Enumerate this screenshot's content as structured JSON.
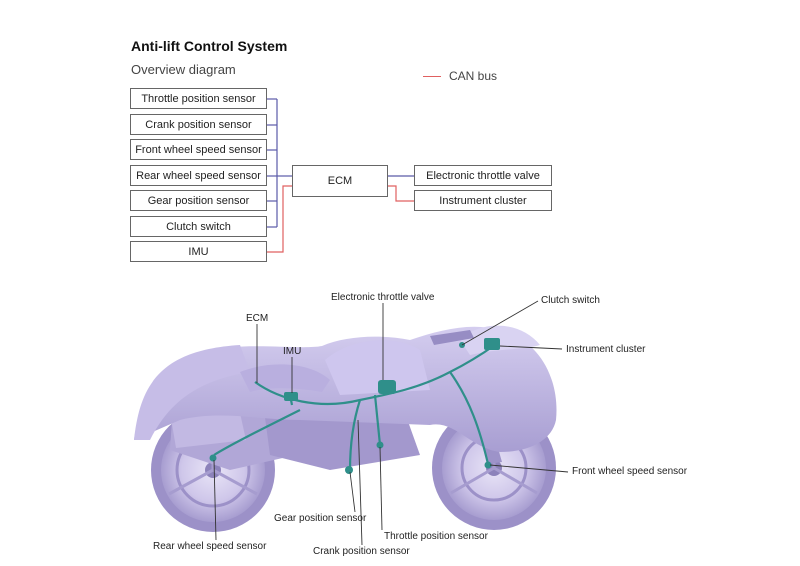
{
  "diagram": {
    "title": "Anti-lift Control System",
    "subtitle": "Overview diagram",
    "legend_label": "CAN bus",
    "legend_color": "#e06060",
    "wire_color": "#5b5aa8",
    "inputs": [
      "Throttle position sensor",
      "Crank position sensor",
      "Front wheel speed sensor",
      "Rear wheel speed sensor",
      "Gear position sensor",
      "Clutch switch",
      "IMU"
    ],
    "controller": "ECM",
    "outputs": [
      "Electronic throttle valve",
      "Instrument cluster"
    ]
  },
  "illustration": {
    "callouts": {
      "ecm": "ECM",
      "imu": "IMU",
      "electronic_throttle_valve": "Electronic throttle valve",
      "clutch_switch": "Clutch switch",
      "instrument_cluster": "Instrument cluster",
      "front_wheel_speed_sensor": "Front wheel speed sensor",
      "gear_position_sensor": "Gear position sensor",
      "throttle_position_sensor": "Throttle position sensor",
      "rear_wheel_speed_sensor": "Rear wheel speed sensor",
      "crank_position_sensor": "Crank position sensor"
    },
    "body_color": "#b7aedb",
    "harness_color": "#2f8f8a"
  }
}
